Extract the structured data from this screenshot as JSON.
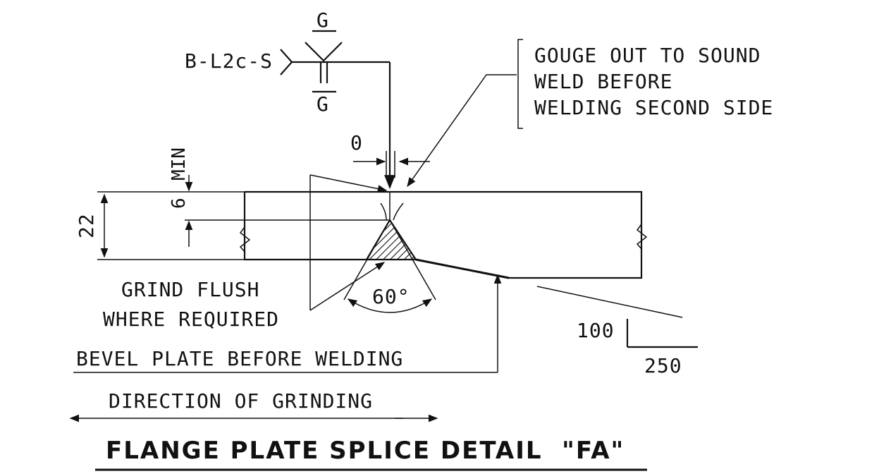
{
  "weld_symbol": {
    "joint_designation": "B-L2c-S",
    "finish_top": "G",
    "finish_bottom": "G"
  },
  "notes": {
    "gouge_line1": "GOUGE OUT TO SOUND",
    "gouge_line2": "WELD BEFORE",
    "gouge_line3": "WELDING SECOND SIDE",
    "grind_line1": "GRIND FLUSH",
    "grind_line2": "WHERE REQUIRED",
    "bevel": "BEVEL PLATE BEFORE WELDING",
    "direction": "DIRECTION OF GRINDING"
  },
  "dimensions": {
    "root_opening": "0",
    "root_face": "6",
    "root_face_qualifier": "MIN",
    "plate_thickness": "22",
    "groove_angle": "60°",
    "slope_rise": "100",
    "slope_run": "250"
  },
  "title": "FLANGE PLATE SPLICE DETAIL  \"FA\""
}
